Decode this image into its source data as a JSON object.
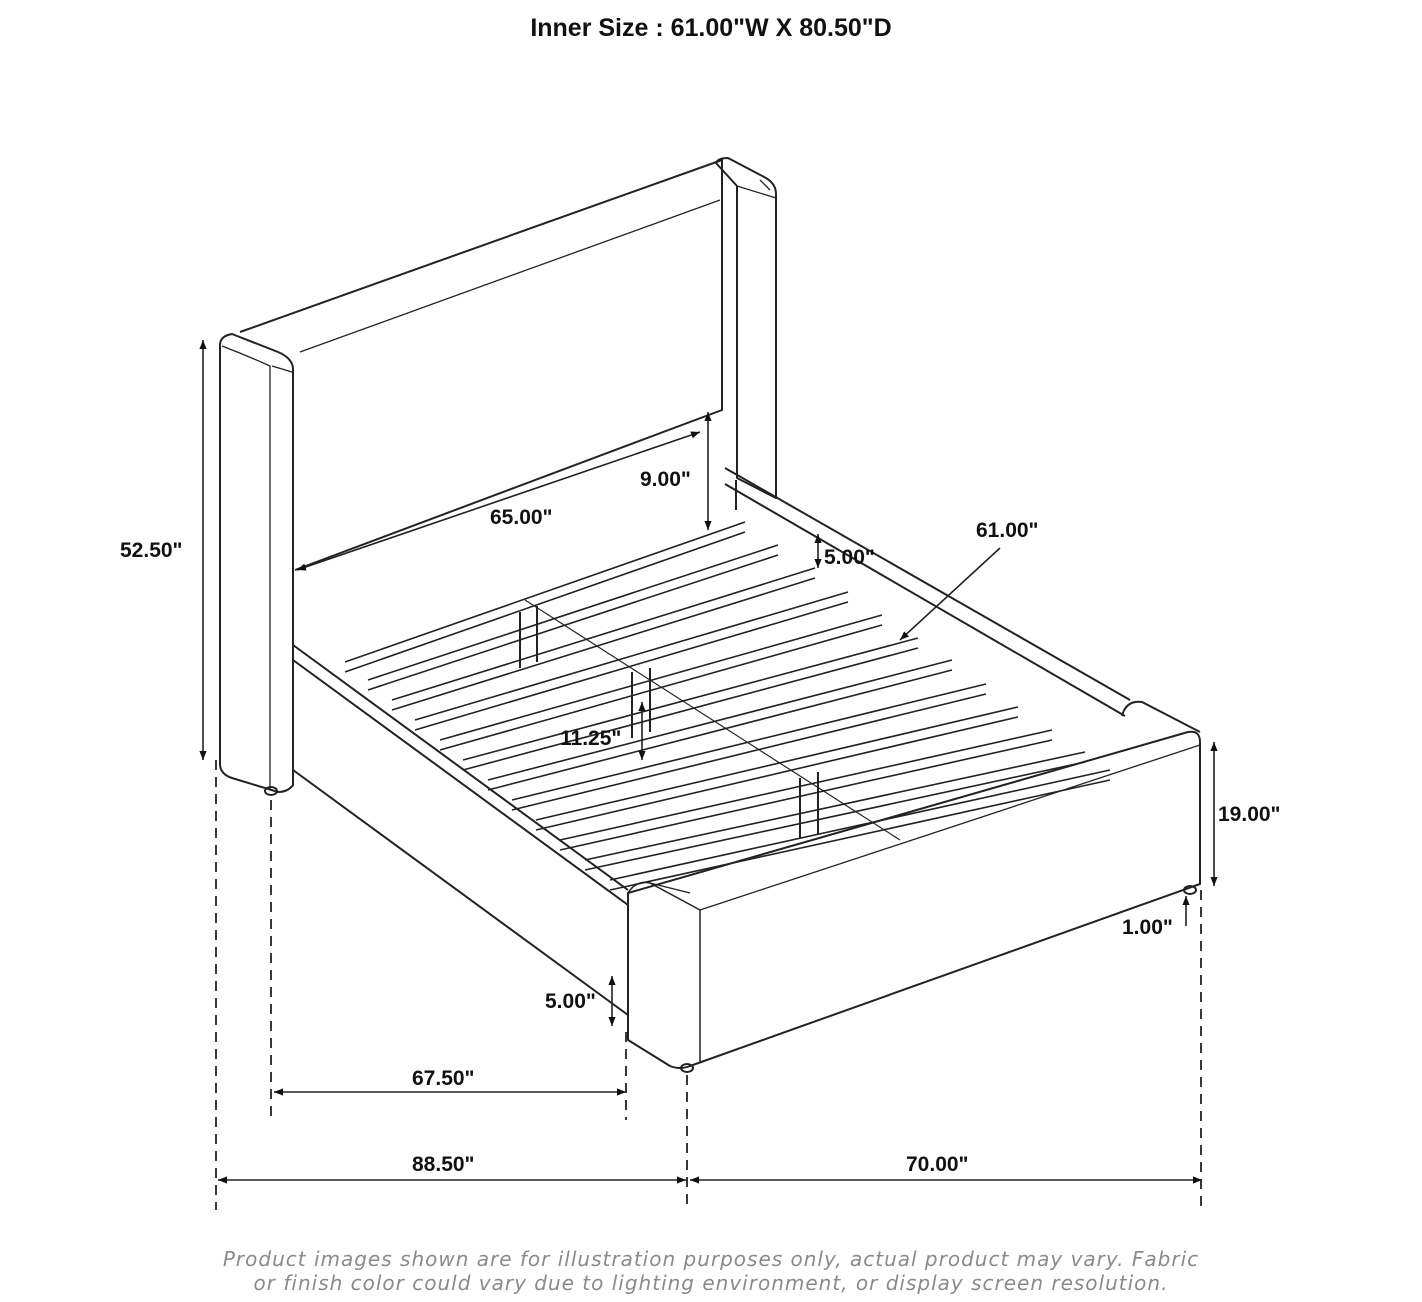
{
  "title": "Inner Size : 61.00\"W X 80.50\"D",
  "dimensions": {
    "overall_height": "52.50\"",
    "headboard_width": "65.00\"",
    "headboard_gap": "9.00\"",
    "inner_width": "61.00\"",
    "slat_offset": "5.00\"",
    "rail_height": "11.25\"",
    "footboard_height": "19.00\"",
    "leg_height": "1.00\"",
    "footboard_clearance": "5.00\"",
    "inner_length": "67.50\"",
    "overall_length": "88.50\"",
    "overall_width": "70.00\""
  },
  "disclaimer": {
    "line1": "Product images shown are for illustration purposes only, actual product may vary. Fabric",
    "line2": "or finish color could vary due to lighting environment, or display screen resolution."
  }
}
